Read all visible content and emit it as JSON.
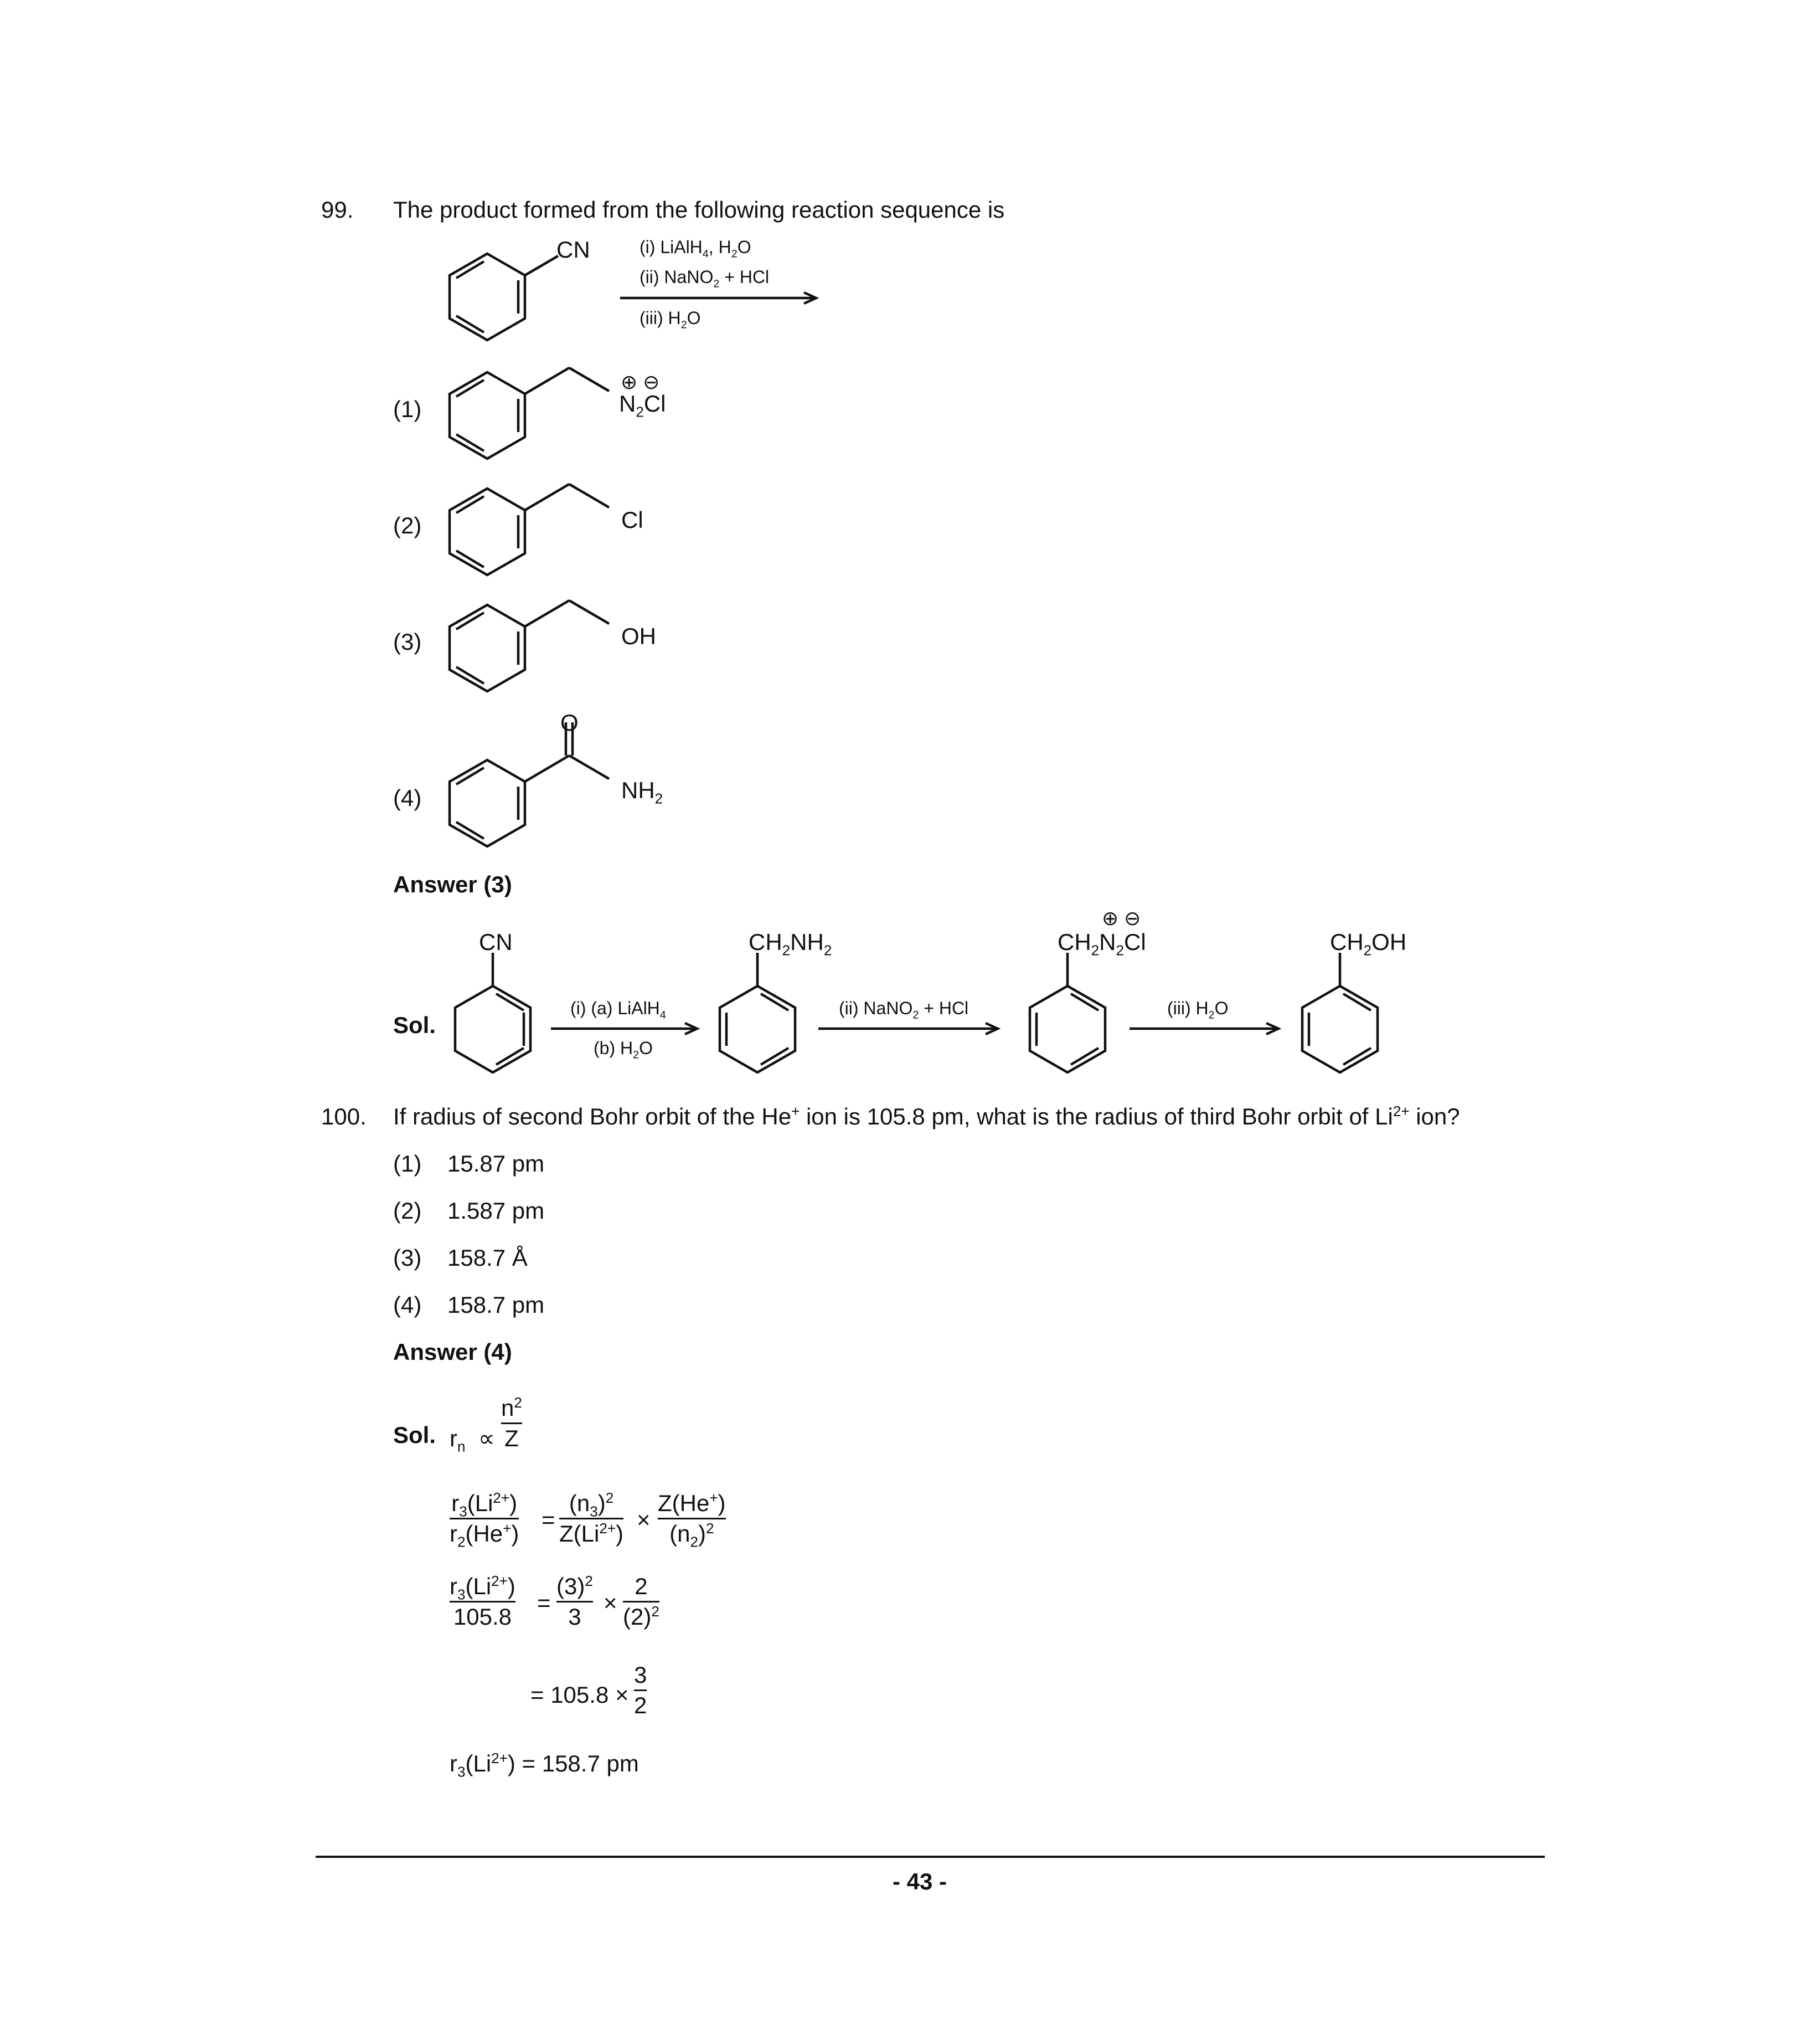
{
  "q99": {
    "number": "99.",
    "text": "The product formed from the following reaction sequence is",
    "reactant_group": "CN",
    "reagents": [
      "(i) LiAlH",
      "(ii) NaNO",
      "(iii) H"
    ],
    "options": [
      {
        "label": "(1)",
        "group_text": "N",
        "group_rest": "Cl"
      },
      {
        "label": "(2)",
        "group_text": "Cl"
      },
      {
        "label": "(3)",
        "group_text": "OH"
      },
      {
        "label": "(4)",
        "group_o": "O",
        "group_text": "NH"
      }
    ],
    "answer": "Answer (3)",
    "sol_label": "Sol.",
    "sol_groups": [
      "CN",
      "CH",
      "CH",
      "CH"
    ],
    "sol_reagents": [
      "(i) (a) LiAlH",
      "(b) H",
      "(ii) NaNO",
      "(iii) H"
    ]
  },
  "q100": {
    "number": "100.",
    "text_a": "If radius of second Bohr orbit of the He",
    "text_b": " ion is 105.8 pm, what is the radius of third Bohr orbit of Li",
    "text_c": " ion?",
    "options": [
      {
        "label": "(1)",
        "text": "15.87 pm"
      },
      {
        "label": "(2)",
        "text": "1.587 pm"
      },
      {
        "label": "(3)",
        "text": "158.7 Å"
      },
      {
        "label": "(4)",
        "text": "158.7 pm"
      }
    ],
    "answer": "Answer (4)",
    "sol_label": "Sol.",
    "final_value": "158.7 pm",
    "intermediate": "105.8"
  },
  "footer": {
    "page_number": "- 43 -"
  }
}
